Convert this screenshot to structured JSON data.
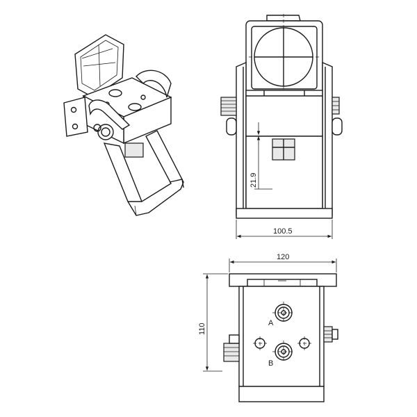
{
  "dimensions": {
    "width_front": "100.5",
    "height_offset": "21.9",
    "width_bottom": "120",
    "height_bottom": "110"
  },
  "ports": {
    "port_a": "A",
    "port_b": "B"
  }
}
